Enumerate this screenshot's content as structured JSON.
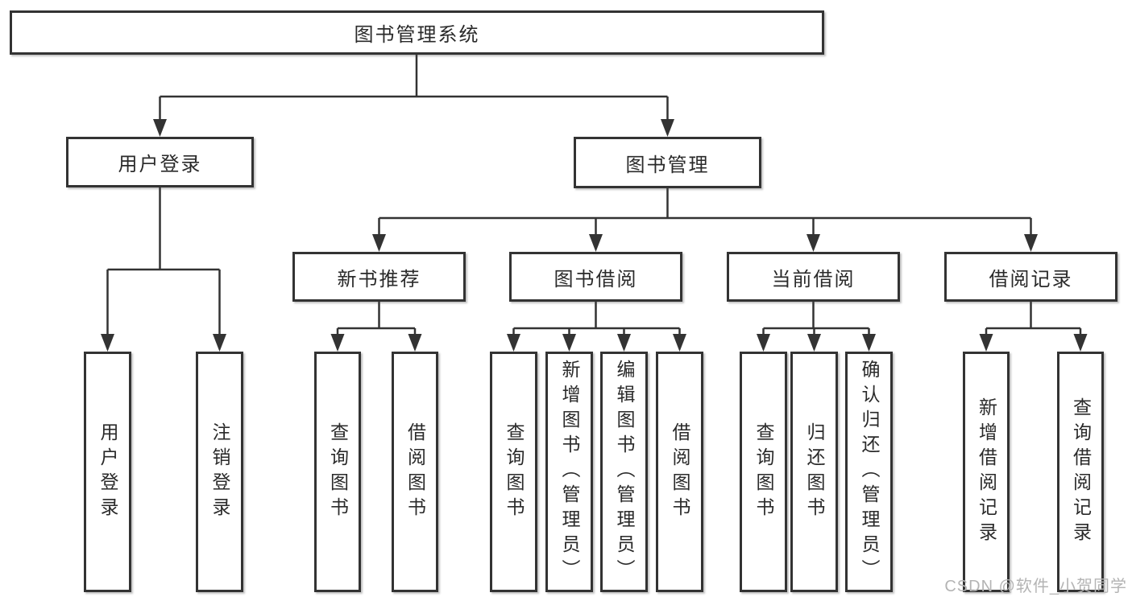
{
  "colors": {
    "line": "#333333",
    "text": "#2a2a2a",
    "background": "#ffffff",
    "watermark": "#b4b4b4"
  },
  "tree": {
    "root": "图书管理系统",
    "branches": [
      {
        "label": "用户登录",
        "children": [
          "用户登录",
          "注销登录"
        ]
      },
      {
        "label": "图书管理",
        "groups": [
          {
            "label": "新书推荐",
            "children": [
              "查询图书",
              "借阅图书"
            ]
          },
          {
            "label": "图书借阅",
            "children": [
              "查询图书",
              "新增图书（管理员）",
              "编辑图书（管理员）",
              "借阅图书"
            ]
          },
          {
            "label": "当前借阅",
            "children": [
              "查询图书",
              "归还图书",
              "确认归还（管理员）"
            ]
          },
          {
            "label": "借阅记录",
            "children": [
              "新增借阅记录",
              "查询借阅记录"
            ]
          }
        ]
      }
    ]
  },
  "watermark": {
    "text": "CSDN @软件_小贺同学"
  }
}
